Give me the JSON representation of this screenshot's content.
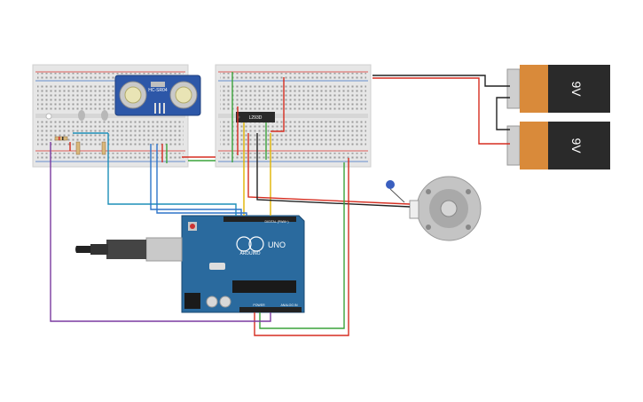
{
  "components": {
    "sensor": {
      "label": "HC-SR04"
    },
    "driver_chip": {
      "label": "L293D"
    },
    "arduino": {
      "brand": "ARDUINO",
      "model": "UNO",
      "digital_label": "DIGITAL (PWM~)",
      "power_label": "POWER",
      "analog_label": "ANALOG IN"
    },
    "battery_top": {
      "label": "9V"
    },
    "battery_bottom": {
      "label": "9V"
    }
  },
  "colors": {
    "breadboard": "#e6e6e6",
    "rail_red": "#d9302b",
    "rail_blue": "#3a6fc4",
    "arduino_board": "#2a6a9e",
    "sensor_board": "#2d57a8",
    "battery_body": "#2a2a2a",
    "battery_cap": "#d98a3a",
    "wire_red": "#d62d20",
    "wire_black": "#222222",
    "wire_green": "#3aa33a",
    "wire_blue": "#2e74c9",
    "wire_yellow": "#e0b400",
    "wire_purple": "#7a3aa0",
    "wire_cyan": "#1d8fb8"
  }
}
